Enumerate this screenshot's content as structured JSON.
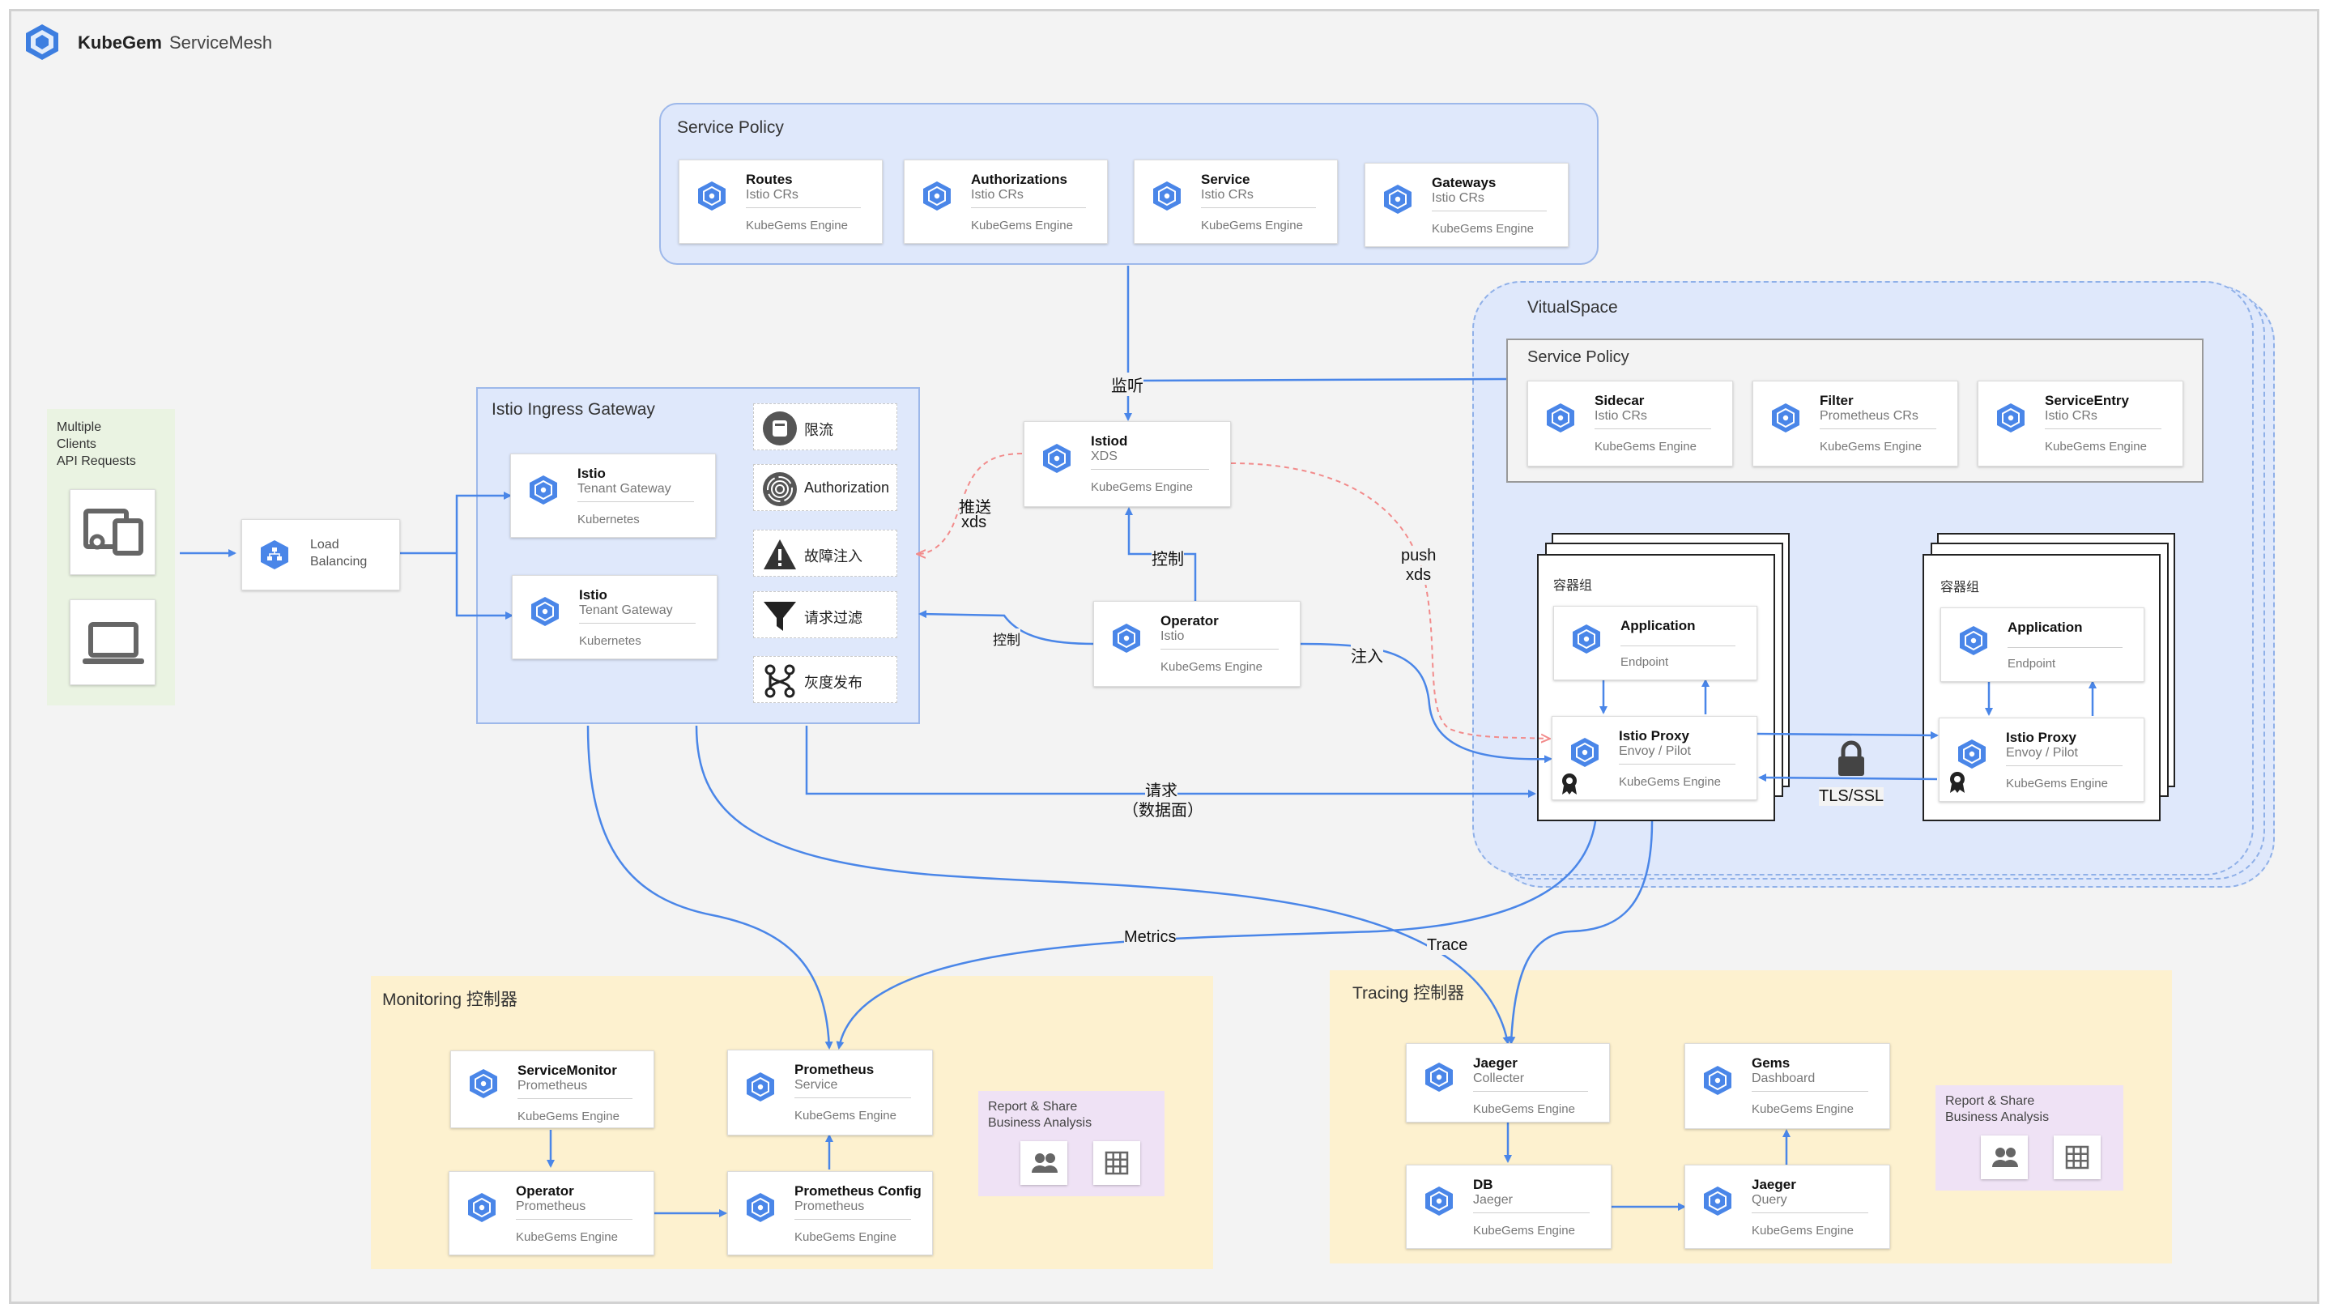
{
  "header": {
    "brand": "KubeGem",
    "product": "ServiceMesh"
  },
  "clients": {
    "label_lines": [
      "Multiple",
      "Clients",
      "API Requests"
    ]
  },
  "load_balancing": {
    "line1": "Load",
    "line2": "Balancing"
  },
  "ingress": {
    "title": "Istio Ingress Gateway",
    "gateways": [
      {
        "title": "Istio",
        "subtitle": "Tenant Gateway",
        "footer": "Kubernetes"
      },
      {
        "title": "Istio",
        "subtitle": "Tenant Gateway",
        "footer": "Kubernetes"
      }
    ],
    "features": [
      {
        "label": "限流",
        "icon": "rate-limit-icon"
      },
      {
        "label": "Authorization",
        "icon": "fingerprint-icon"
      },
      {
        "label": "故障注入",
        "icon": "warning-icon"
      },
      {
        "label": "请求过滤",
        "icon": "filter-icon"
      },
      {
        "label": "灰度发布",
        "icon": "branch-icon"
      }
    ]
  },
  "service_policy_top": {
    "title": "Service Policy",
    "cards": [
      {
        "title": "Routes",
        "subtitle": "Istio CRs",
        "footer": "KubeGems Engine"
      },
      {
        "title": "Authorizations",
        "subtitle": "Istio CRs",
        "footer": "KubeGems Engine"
      },
      {
        "title": "Service",
        "subtitle": "Istio CRs",
        "footer": "KubeGems Engine"
      },
      {
        "title": "Gateways",
        "subtitle": "Istio CRs",
        "footer": "KubeGems Engine"
      }
    ]
  },
  "istiod": {
    "title": "Istiod",
    "subtitle": "XDS",
    "footer": "KubeGems Engine"
  },
  "operator_istio": {
    "title": "Operator",
    "subtitle": "Istio",
    "footer": "KubeGems Engine"
  },
  "virtualspace": {
    "title": "VitualSpace",
    "policy": {
      "title": "Service Policy",
      "cards": [
        {
          "title": "Sidecar",
          "subtitle": "Istio CRs",
          "footer": "KubeGems Engine"
        },
        {
          "title": "Filter",
          "subtitle": "Prometheus CRs",
          "footer": "KubeGems Engine"
        },
        {
          "title": "ServiceEntry",
          "subtitle": "Istio CRs",
          "footer": "KubeGems Engine"
        }
      ]
    },
    "pods": [
      {
        "title": "容器组",
        "app": {
          "title": "Application",
          "footer": "Endpoint"
        },
        "proxy": {
          "title": "Istio Proxy",
          "subtitle": "Envoy / Pilot",
          "footer": "KubeGems Engine"
        }
      },
      {
        "title": "容器组",
        "app": {
          "title": "Application",
          "footer": "Endpoint"
        },
        "proxy": {
          "title": "Istio Proxy",
          "subtitle": "Envoy / Pilot",
          "footer": "KubeGems Engine"
        }
      }
    ]
  },
  "edge_labels": {
    "watch": "监听",
    "push_xds_cn_1": "推送",
    "push_xds_cn_2": "xds",
    "control_1": "控制",
    "control_2": "控制",
    "push_xds_1": "push",
    "push_xds_2": "xds",
    "inject": "注入",
    "request_1": "请求",
    "request_2": "（数据面）",
    "tls": "TLS/SSL",
    "metrics": "Metrics",
    "trace": "Trace"
  },
  "monitoring": {
    "title": "Monitoring 控制器",
    "cards": {
      "service_monitor": {
        "title": "ServiceMonitor",
        "subtitle": "Prometheus",
        "footer": "KubeGems Engine"
      },
      "operator": {
        "title": "Operator",
        "subtitle": "Prometheus",
        "footer": "KubeGems Engine"
      },
      "prom_service": {
        "title": "Prometheus",
        "subtitle": "Service",
        "footer": "KubeGems Engine"
      },
      "prom_config": {
        "title": "Prometheus Config",
        "subtitle": "Prometheus",
        "footer": "KubeGems Engine"
      }
    },
    "report": {
      "line1": "Report & Share",
      "line2": "Business Analysis"
    }
  },
  "tracing": {
    "title": "Tracing 控制器",
    "cards": {
      "collector": {
        "title": "Jaeger",
        "subtitle": "Collecter",
        "footer": "KubeGems Engine"
      },
      "db": {
        "title": "DB",
        "subtitle": "Jaeger",
        "footer": "KubeGems Engine"
      },
      "dashboard": {
        "title": "Gems",
        "subtitle": "Dashboard",
        "footer": "KubeGems Engine"
      },
      "query": {
        "title": "Jaeger",
        "subtitle": "Query",
        "footer": "KubeGems Engine"
      }
    },
    "report": {
      "line1": "Report & Share",
      "line2": "Business Analysis"
    }
  },
  "colors": {
    "accent": "#4a86e8",
    "group_blue": "#dfe8fb",
    "group_yellow": "#fdf1cf",
    "report_purple": "#efe2f5",
    "dashed_red": "#f28b8b"
  }
}
